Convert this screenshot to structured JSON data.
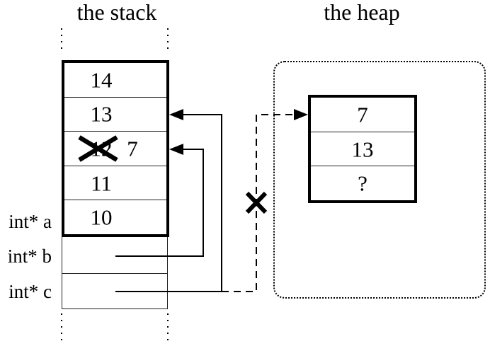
{
  "titles": {
    "stack": "the stack",
    "heap": "the heap"
  },
  "variables": [
    {
      "label": "int* a"
    },
    {
      "label": "int* b"
    },
    {
      "label": "int* c"
    }
  ],
  "stack": {
    "cells": [
      {
        "value": "14"
      },
      {
        "value": "13"
      },
      {
        "value": "12",
        "crossed_out": true,
        "new_value": "7"
      },
      {
        "value": "11"
      },
      {
        "value": "10"
      }
    ]
  },
  "heap": {
    "cells": [
      {
        "value": "7"
      },
      {
        "value": "13"
      },
      {
        "value": "?"
      }
    ]
  },
  "connectors": {
    "b_pointer": {
      "style": "solid",
      "from": "int* b",
      "to": "stack cell 12 (now 7)"
    },
    "c_pointer": {
      "style": "solid",
      "from": "int* c",
      "to": "stack cell 13"
    },
    "c_old_pointer": {
      "style": "dashed",
      "from": "int* c",
      "to": "heap cell 7",
      "crossed_out": true
    }
  },
  "colors": {
    "ink": "#000000",
    "background": "#ffffff"
  }
}
